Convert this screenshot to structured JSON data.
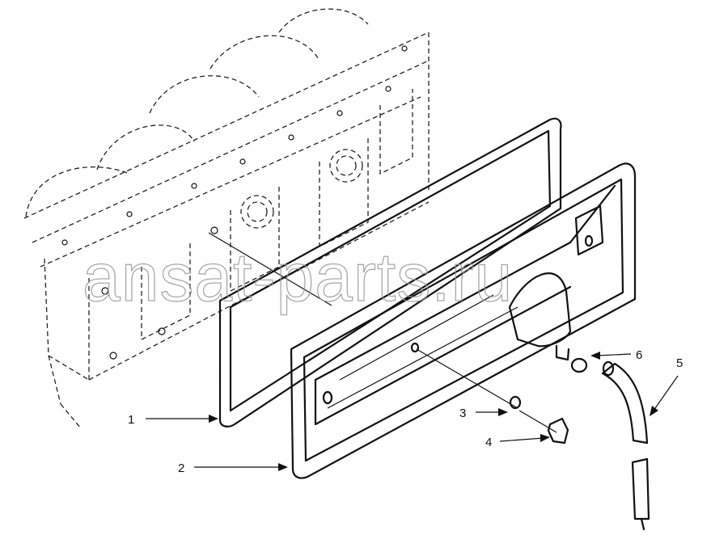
{
  "watermark": "ansat-parts.ru",
  "callouts": [
    {
      "id": "1",
      "label": "1"
    },
    {
      "id": "2",
      "label": "2"
    },
    {
      "id": "3",
      "label": "3"
    },
    {
      "id": "4",
      "label": "4"
    },
    {
      "id": "5",
      "label": "5"
    },
    {
      "id": "6",
      "label": "6"
    }
  ]
}
